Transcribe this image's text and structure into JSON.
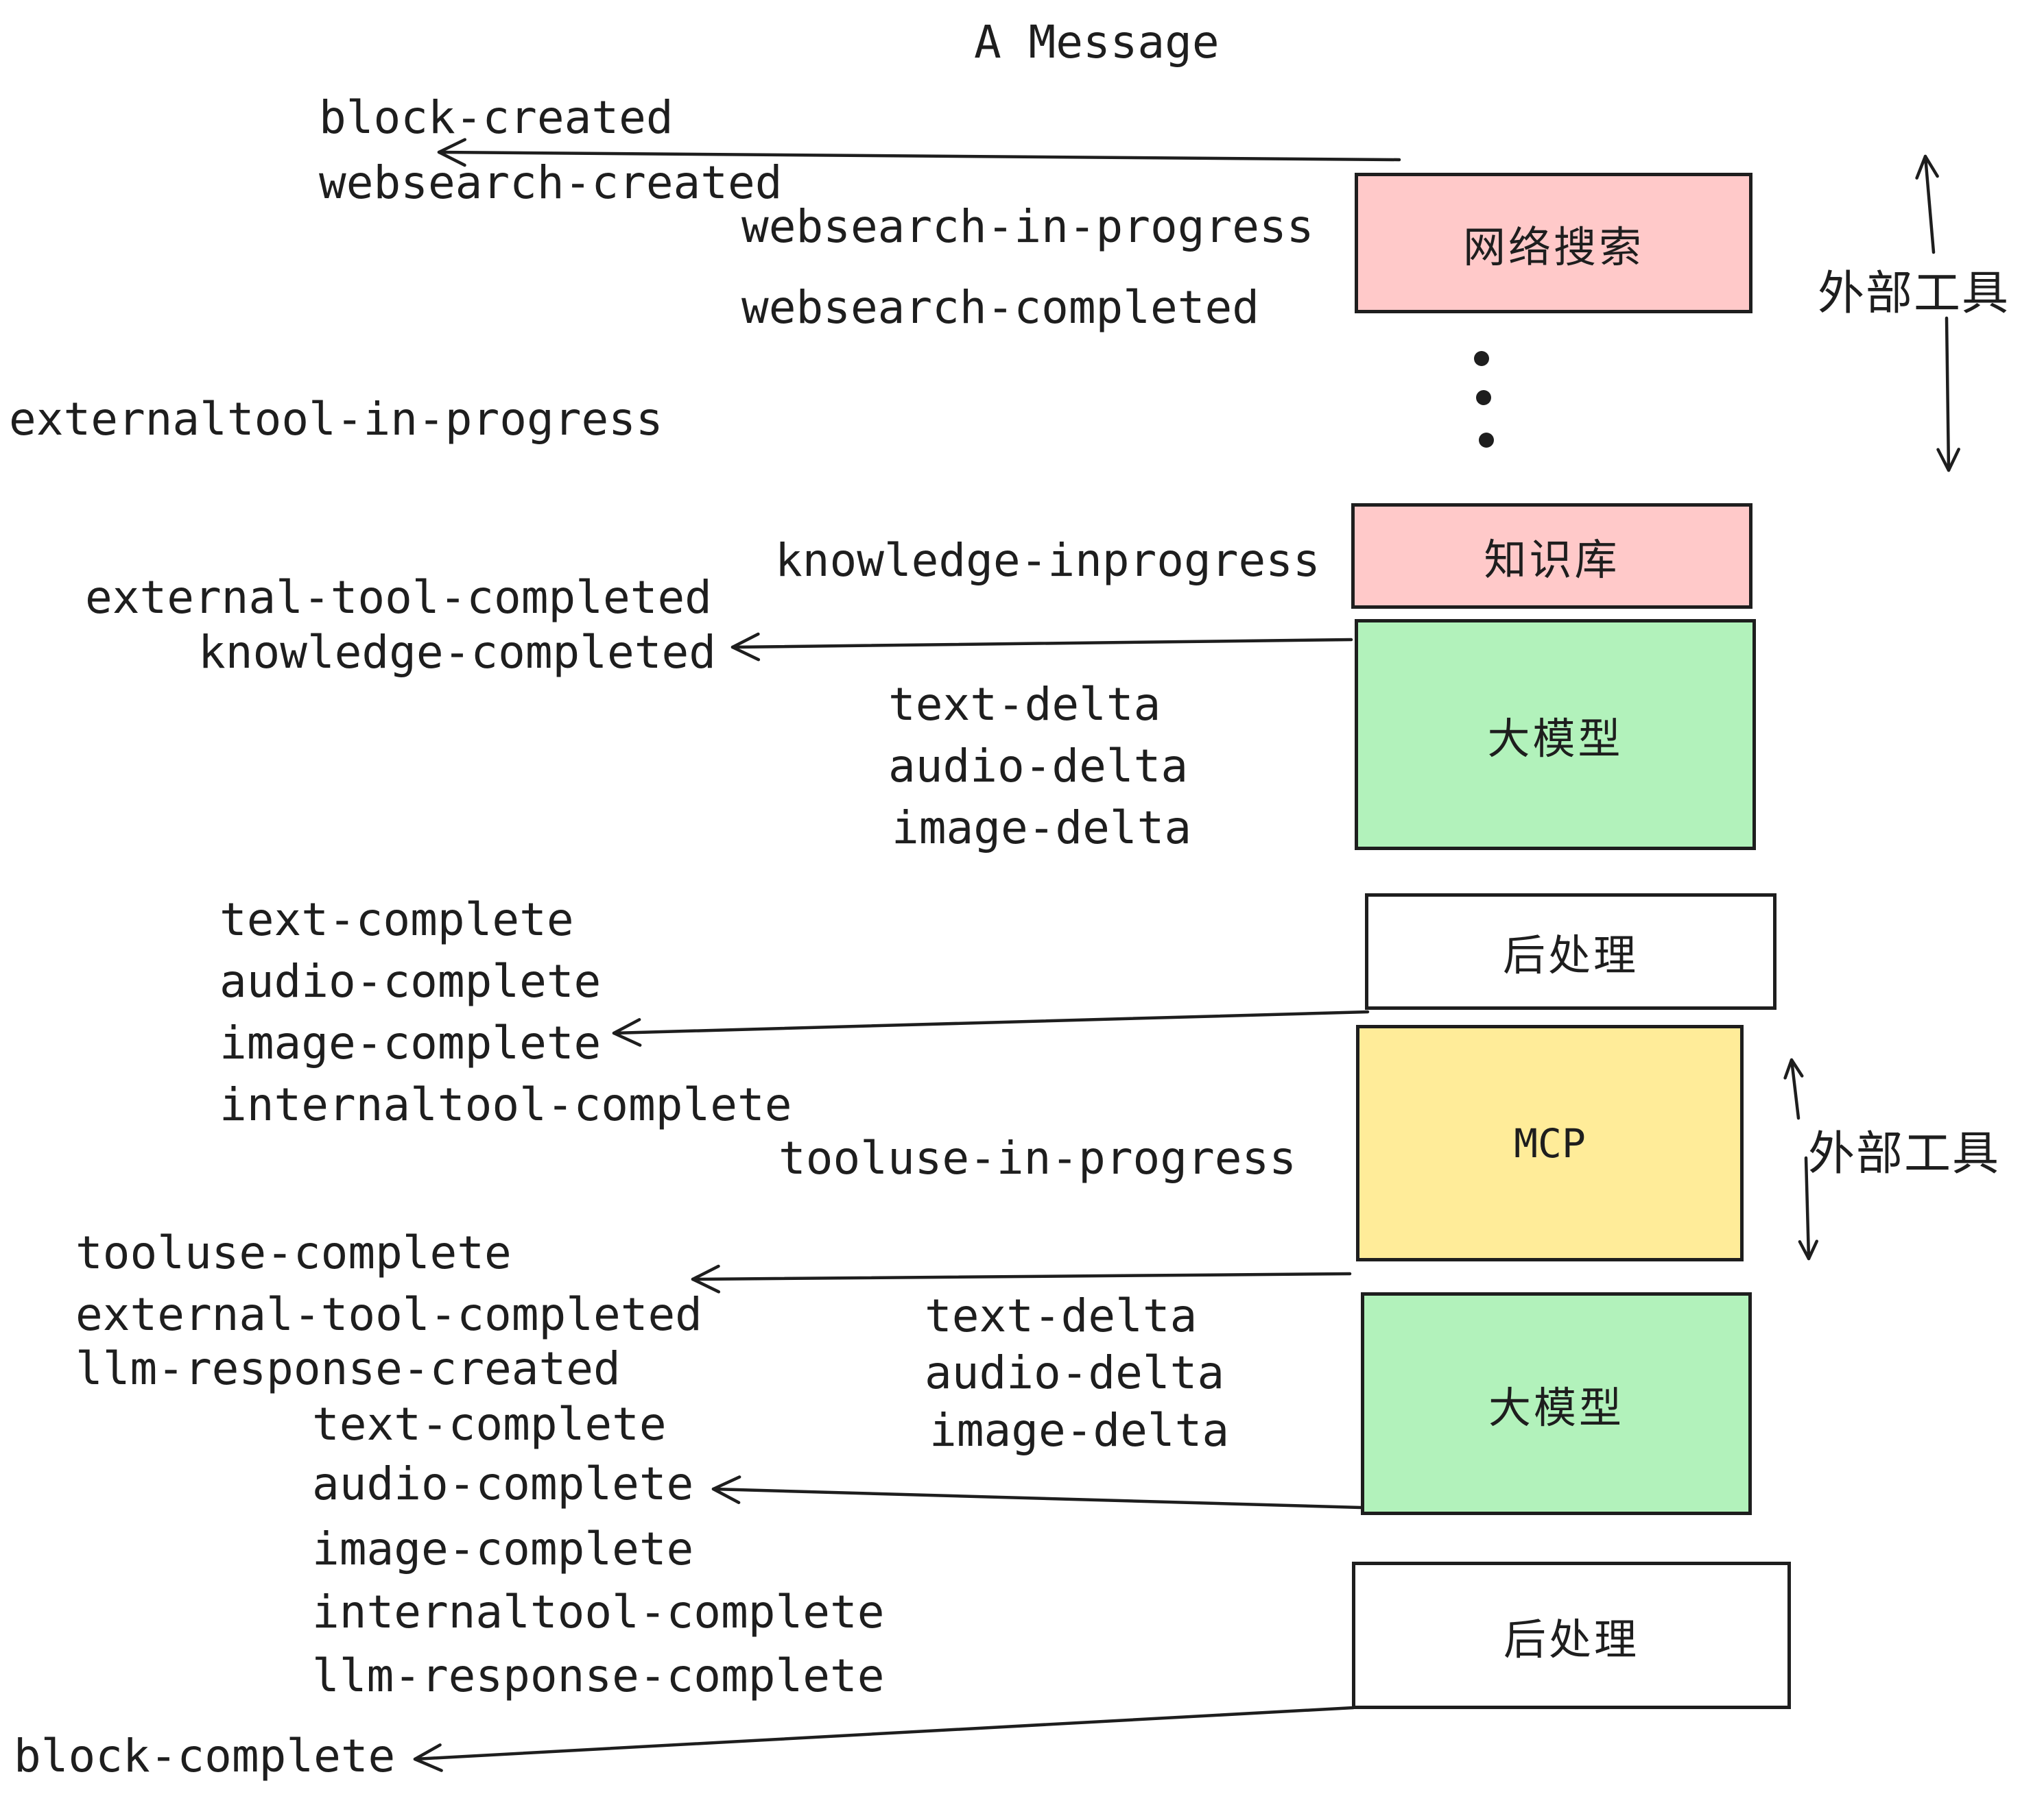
{
  "title": "A Message",
  "colors": {
    "pink": "#ffc9c9",
    "green": "#b2f2bb",
    "yellow": "#ffec99",
    "white": "#ffffff",
    "stroke": "#1e1e1e"
  },
  "boxes": {
    "websearch": "网络搜索",
    "knowledge": "知识库",
    "llm1": "大模型",
    "post1": "后处理",
    "mcp": "MCP",
    "llm2": "大模型",
    "post2": "后处理"
  },
  "side_labels": {
    "external_tools_top": "外部工具",
    "external_tools_mcp": "外部工具"
  },
  "events": {
    "block_created": "block-created",
    "websearch_created": "websearch-created",
    "websearch_in_progress": "websearch-in-progress",
    "websearch_completed": "websearch-completed",
    "externaltool_in_progress": "externaltool-in-progress",
    "knowledge_inprogress": "knowledge-inprogress",
    "external_tool_completed_1": "external-tool-completed",
    "knowledge_completed": "knowledge-completed",
    "text_delta_1": "text-delta",
    "audio_delta_1": "audio-delta",
    "image_delta_1": "image-delta",
    "text_complete_1": "text-complete",
    "audio_complete_1": "audio-complete",
    "image_complete_1": "image-complete",
    "internaltool_complete_1": "internaltool-complete",
    "tooluse_in_progress": "tooluse-in-progress",
    "tooluse_complete": "tooluse-complete",
    "external_tool_completed_2": "external-tool-completed",
    "llm_response_created": "llm-response-created",
    "text_complete_2": "text-complete",
    "audio_complete_2": "audio-complete",
    "image_complete_2": "image-complete",
    "internaltool_complete_2": "internaltool-complete",
    "llm_response_complete": "llm-response-complete",
    "text_delta_2": "text-delta",
    "audio_delta_2": "audio-delta",
    "image_delta_2": "image-delta",
    "block_complete": "block-complete"
  }
}
